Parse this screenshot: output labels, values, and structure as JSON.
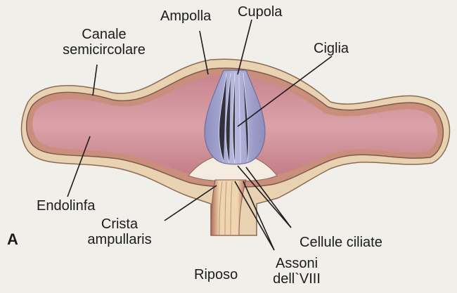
{
  "labels": {
    "ampolla": "Ampolla",
    "cupola": "Cupola",
    "canale_line1": "Canale",
    "canale_line2": "semicircolare",
    "ciglia": "Ciglia",
    "endolinfa": "Endolinfa",
    "crista_line1": "Crista",
    "crista_line2": "ampullaris",
    "cellule_ciliate": "Cellule ciliate",
    "assoni_line1": "Assoni",
    "assoni_line2": "dell`VIII",
    "riposo": "Riposo",
    "panel": "A"
  },
  "colors": {
    "background": "#f1efea",
    "bony_wall": "#e6cfae",
    "membrane": "#c98f7c",
    "endolymph": "#d69aa1",
    "cupola": "#9e9fca",
    "hair_cells": "#f4ece0",
    "nerve": "#e9c8a0",
    "nerve_sheath": "#c57f6c"
  }
}
